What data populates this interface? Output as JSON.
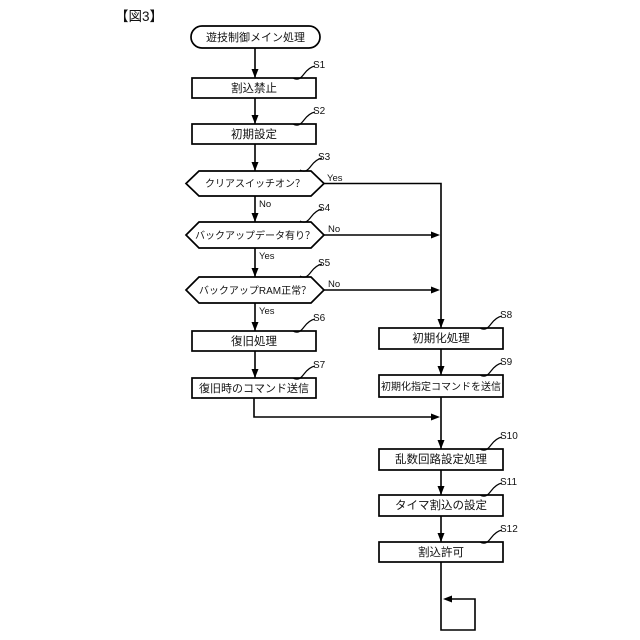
{
  "figure_title": "【図3】",
  "palette": {
    "line_color": "#000000",
    "background": "#ffffff",
    "text_color": "#111111"
  },
  "flow": {
    "start": {
      "label": "遊技制御メイン処理"
    },
    "s1": {
      "id": "S1",
      "label": "割込禁止"
    },
    "s2": {
      "id": "S2",
      "label": "初期設定"
    },
    "s3": {
      "id": "S3",
      "label": "クリアスイッチオン？",
      "yes": "Yes",
      "no": "No"
    },
    "s4": {
      "id": "S4",
      "label": "バックアップデータ有り？",
      "yes": "Yes",
      "no": "No"
    },
    "s5": {
      "id": "S5",
      "label": "バックアップRAM正常？",
      "yes": "Yes",
      "no": "No"
    },
    "s6": {
      "id": "S6",
      "label": "復旧処理"
    },
    "s7": {
      "id": "S7",
      "label": "復旧時のコマンド送信"
    },
    "s8": {
      "id": "S8",
      "label": "初期化処理"
    },
    "s9": {
      "id": "S9",
      "label": "初期化指定コマンドを送信"
    },
    "s10": {
      "id": "S10",
      "label": "乱数回路設定処理"
    },
    "s11": {
      "id": "S11",
      "label": "タイマ割込の設定"
    },
    "s12": {
      "id": "S12",
      "label": "割込許可"
    }
  }
}
